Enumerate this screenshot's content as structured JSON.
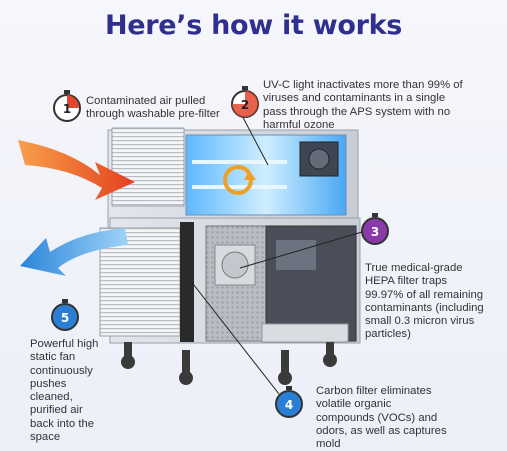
{
  "title": "Here’s how it works",
  "steps": [
    {
      "number": "1",
      "text": "Contaminated air pulled through washable pre-filter",
      "color": "#e2462f"
    },
    {
      "number": "2",
      "text": "UV-C light inactivates more than 99% of viruses and contaminants in a single pass through the APS system with no harmful ozone",
      "color": "#e2462f"
    },
    {
      "number": "3",
      "text": "True medical-grade HEPA filter traps 99.97% of all remaining contaminants (including small 0.3 micron virus particles)",
      "color": "#8a3aa8"
    },
    {
      "number": "4",
      "text": "Carbon filter eliminates volatile organic compounds (VOCs) and odors, as well as captures mold",
      "color": "#2a7fd4"
    },
    {
      "number": "5",
      "text": "Powerful high static fan continuously pushes cleaned, purified air back into the space",
      "color": "#2a7fd4"
    }
  ],
  "icons": [
    "stopwatch-icon",
    "arrow-in-icon",
    "arrow-out-icon"
  ]
}
